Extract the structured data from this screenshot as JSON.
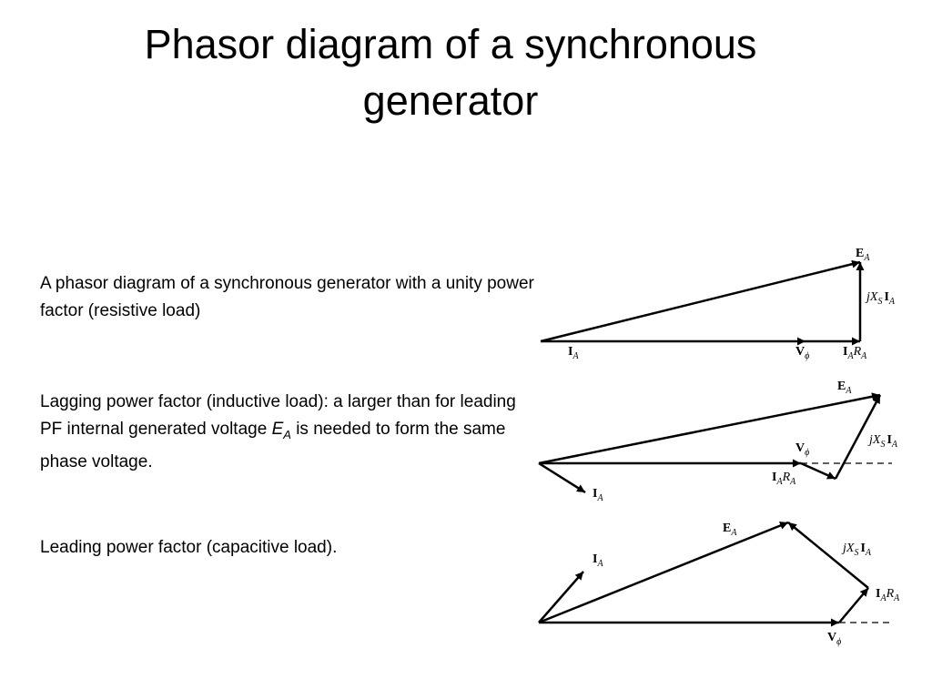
{
  "slide": {
    "title_line1": "Phasor diagram of a synchronous",
    "title_line2": "generator"
  },
  "captions": {
    "unity": "A phasor diagram of a synchronous generator with a unity power factor (resistive load)",
    "lagging_before": "Lagging power factor (inductive load): a larger than for leading PF internal generated voltage ",
    "lagging_symbol": "E",
    "lagging_symbol_sub": "A",
    "lagging_after": " is needed to form the same phase voltage.",
    "leading": "Leading power factor (capacitive load)."
  },
  "labels": {
    "EA_main": "E",
    "IA_main": "I",
    "V_main": "V",
    "sub_A": "A",
    "sub_phi": "ϕ",
    "sub_S": "S",
    "j": "j",
    "X": "X",
    "R": "R"
  }
}
